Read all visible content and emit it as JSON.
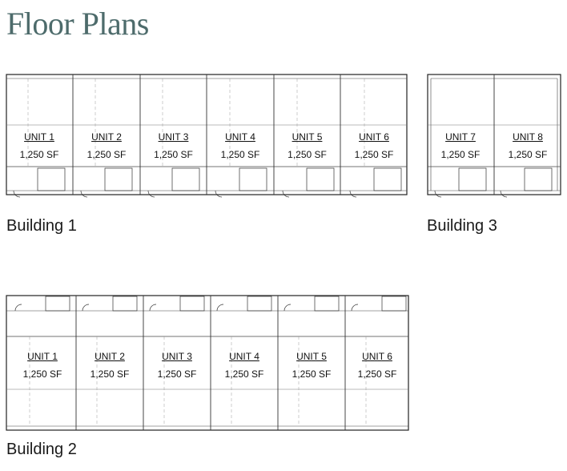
{
  "title": "Floor Plans",
  "buildings": [
    {
      "label": "Building 1",
      "units": [
        {
          "name": "UNIT 1",
          "area": "1,250 SF"
        },
        {
          "name": "UNIT 2",
          "area": "1,250 SF"
        },
        {
          "name": "UNIT 3",
          "area": "1,250 SF"
        },
        {
          "name": "UNIT 4",
          "area": "1,250 SF"
        },
        {
          "name": "UNIT 5",
          "area": "1,250 SF"
        },
        {
          "name": "UNIT 6",
          "area": "1,250 SF"
        }
      ]
    },
    {
      "label": "Building 2",
      "units": [
        {
          "name": "UNIT 1",
          "area": "1,250 SF"
        },
        {
          "name": "UNIT 2",
          "area": "1,250 SF"
        },
        {
          "name": "UNIT 3",
          "area": "1,250 SF"
        },
        {
          "name": "UNIT 4",
          "area": "1,250 SF"
        },
        {
          "name": "UNIT 5",
          "area": "1,250 SF"
        },
        {
          "name": "UNIT 6",
          "area": "1,250 SF"
        }
      ]
    },
    {
      "label": "Building 3",
      "units": [
        {
          "name": "UNIT 7",
          "area": "1,250 SF"
        },
        {
          "name": "UNIT 8",
          "area": "1,250 SF"
        }
      ]
    }
  ]
}
